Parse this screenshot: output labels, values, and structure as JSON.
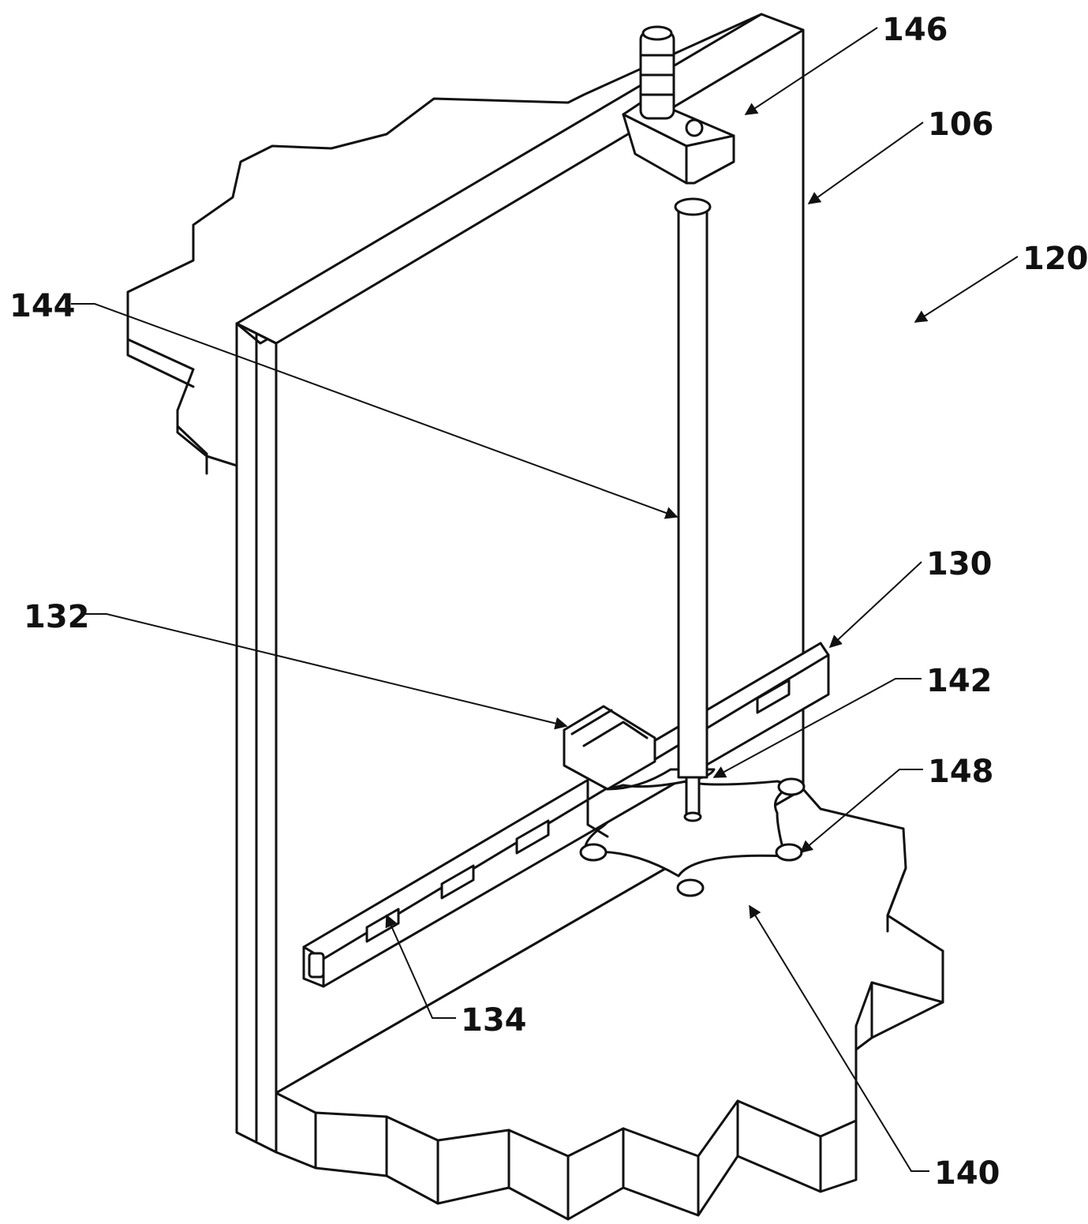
{
  "colors": {
    "ink": "#111111",
    "paper": "#ffffff"
  },
  "labels": {
    "ref_146": "146",
    "ref_106": "106",
    "ref_120": "120",
    "ref_144": "144",
    "ref_130": "130",
    "ref_132": "132",
    "ref_142": "142",
    "ref_148": "148",
    "ref_134": "134",
    "ref_140": "140"
  }
}
